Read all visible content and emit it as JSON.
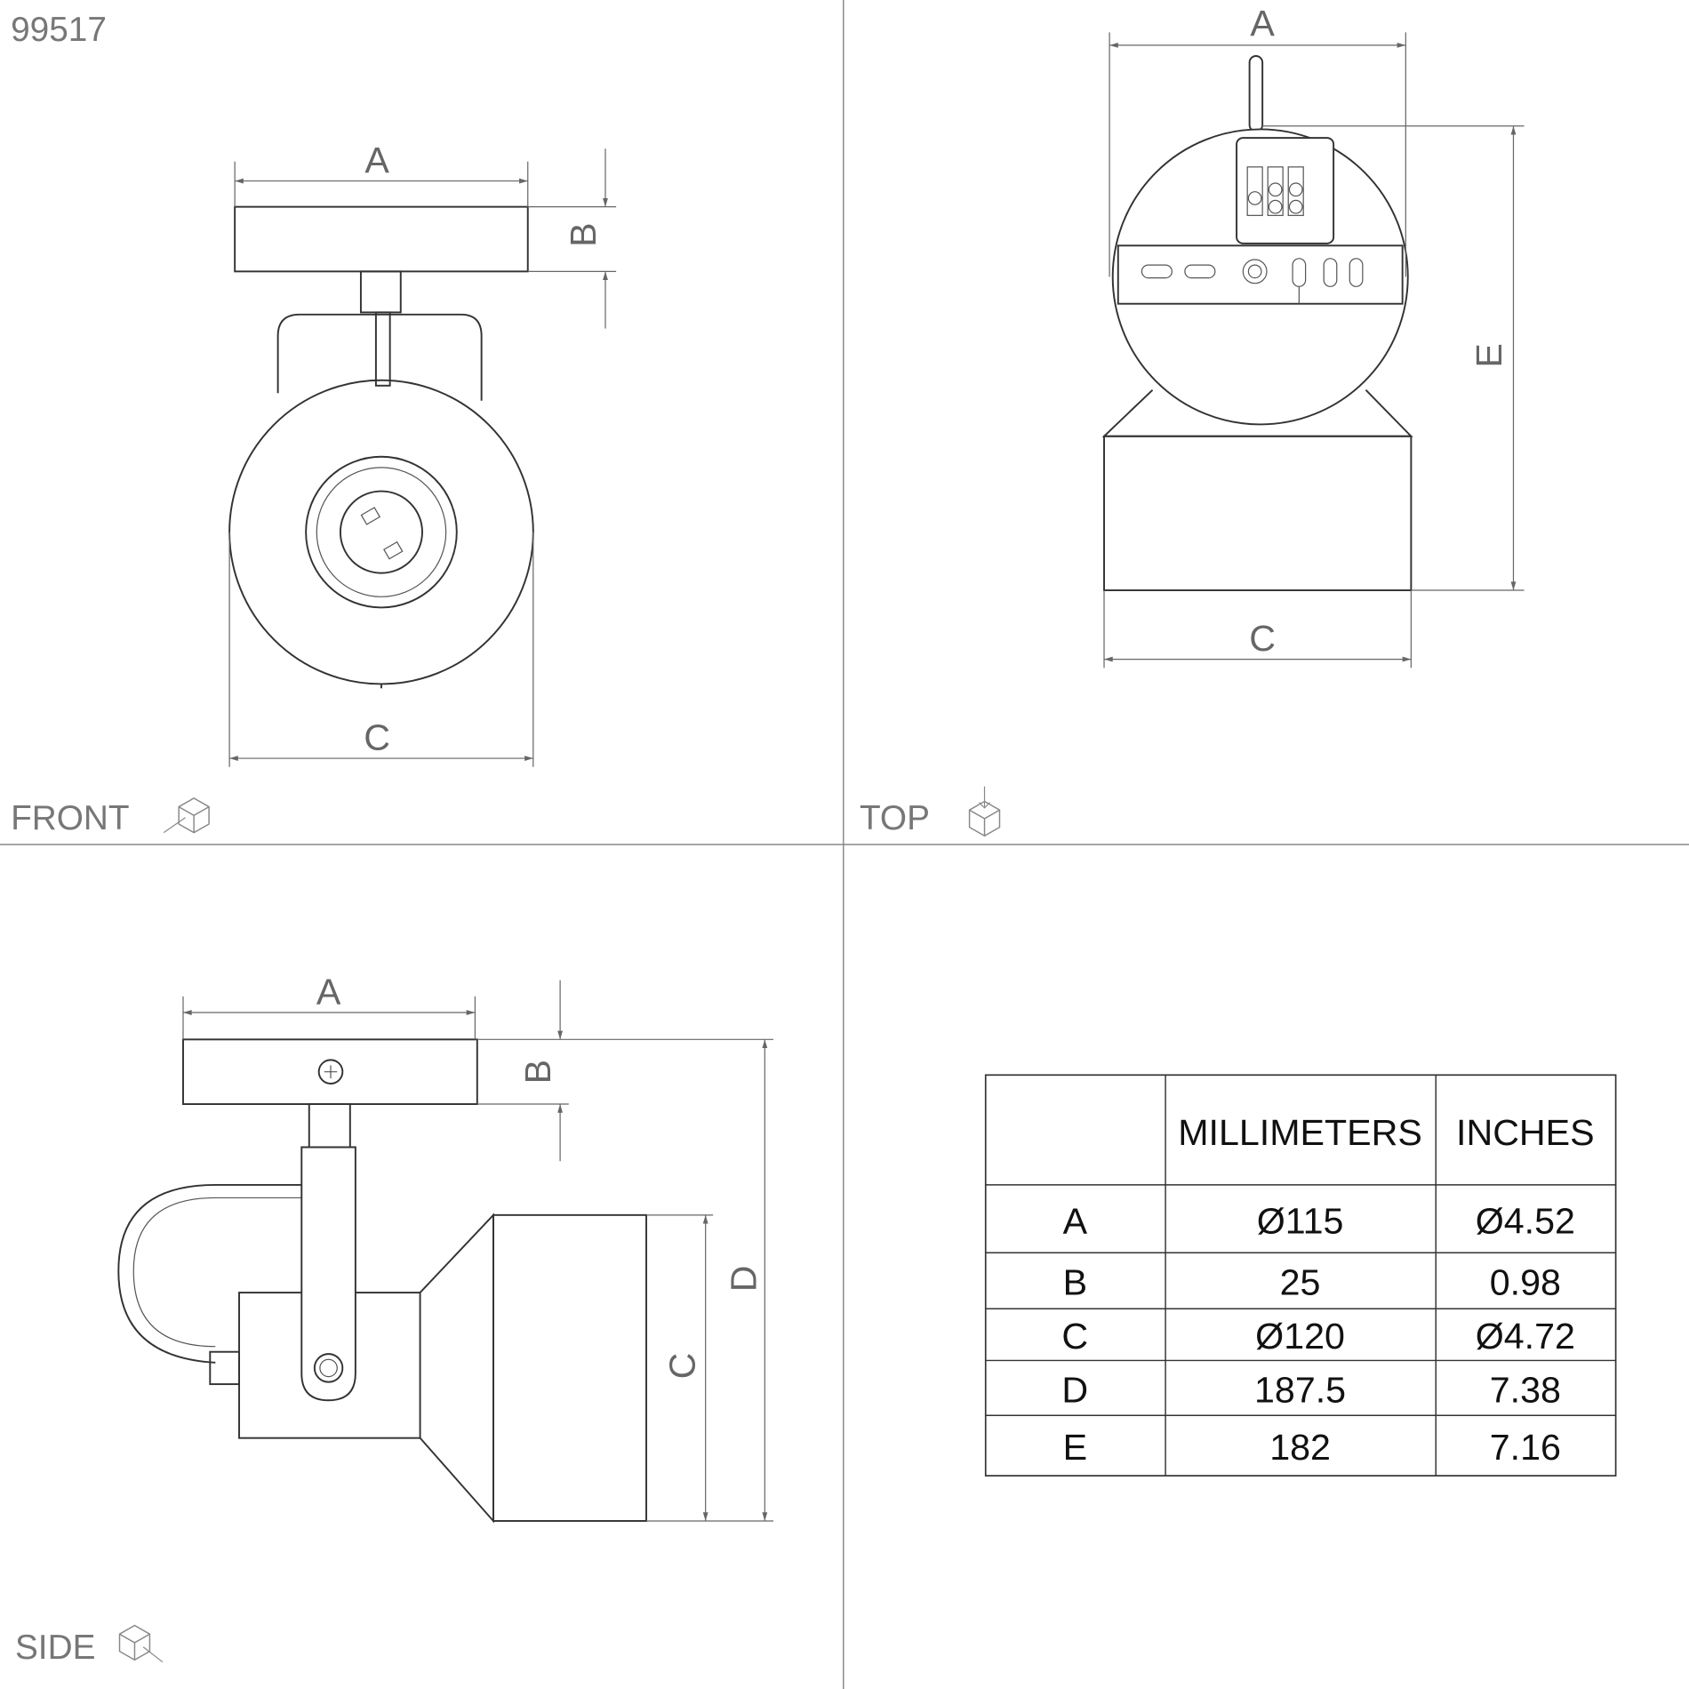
{
  "model_number": "99517",
  "views": {
    "front": {
      "label": "FRONT",
      "dims": {
        "a": "A",
        "b": "B",
        "c": "C"
      }
    },
    "top": {
      "label": "TOP",
      "dims": {
        "a": "A",
        "c": "C",
        "e": "E"
      }
    },
    "side": {
      "label": "SIDE",
      "dims": {
        "a": "A",
        "b": "B",
        "c": "C",
        "d": "D"
      }
    }
  },
  "table": {
    "headers": [
      "",
      "MILLIMETERS",
      "INCHES"
    ],
    "rows": [
      {
        "dim": "A",
        "mm": "Ø115",
        "in": "Ø4.52"
      },
      {
        "dim": "B",
        "mm": "25",
        "in": "0.98"
      },
      {
        "dim": "C",
        "mm": "Ø120",
        "in": "Ø4.72"
      },
      {
        "dim": "D",
        "mm": "187.5",
        "in": "7.38"
      },
      {
        "dim": "E",
        "mm": "182",
        "in": "7.16"
      }
    ]
  }
}
